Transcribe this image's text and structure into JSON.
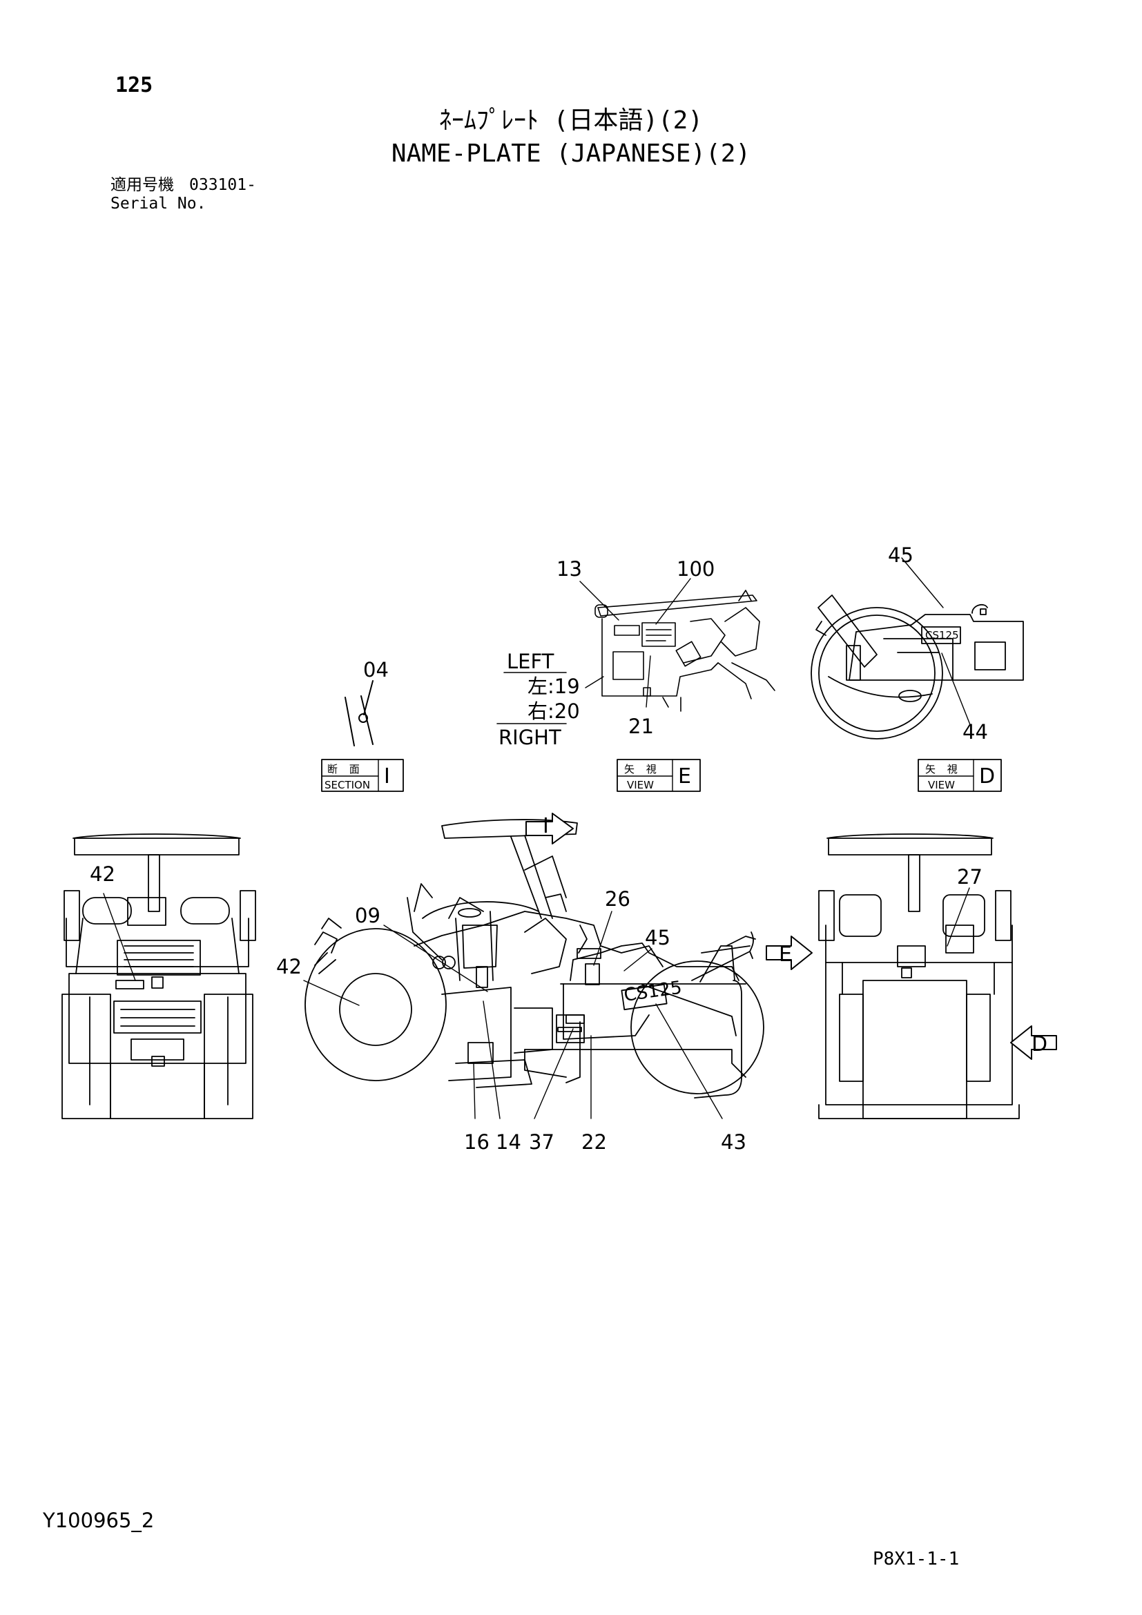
{
  "header": {
    "page_number": "125",
    "title_jp": "ﾈｰﾑﾌﾟﾚｰﾄ (日本語)(2)",
    "title_en": "NAME-PLATE (JAPANESE)(2)",
    "serial_label_jp": "適用号機",
    "serial_value": "033101-",
    "serial_label_en": "Serial No."
  },
  "footer": {
    "doc_id": "Y100965_2",
    "page_code": "P8X1-1-1"
  },
  "views": {
    "section_i": {
      "jp": "断 面",
      "en": "SECTION",
      "letter": "I"
    },
    "view_e": {
      "jp": "矢 視",
      "en": "VIEW",
      "letter": "E"
    },
    "view_d": {
      "jp": "矢 視",
      "en": "VIEW",
      "letter": "D"
    },
    "arrow_i": "I",
    "arrow_e": "E",
    "arrow_d": "D"
  },
  "side_labels": {
    "left_en": "LEFT",
    "left_jp": "左:19",
    "right_jp": "右:20",
    "right_en": "RIGHT"
  },
  "callouts": {
    "c04": "04",
    "c13": "13",
    "c100": "100",
    "c21": "21",
    "c45a": "45",
    "c44": "44",
    "c42a": "42",
    "c42b": "42",
    "c09": "09",
    "c26": "26",
    "c45b": "45",
    "c27": "27",
    "c16": "16",
    "c14": "14",
    "c37": "37",
    "c22": "22",
    "c43": "43"
  },
  "decals": {
    "model": "CS125"
  }
}
